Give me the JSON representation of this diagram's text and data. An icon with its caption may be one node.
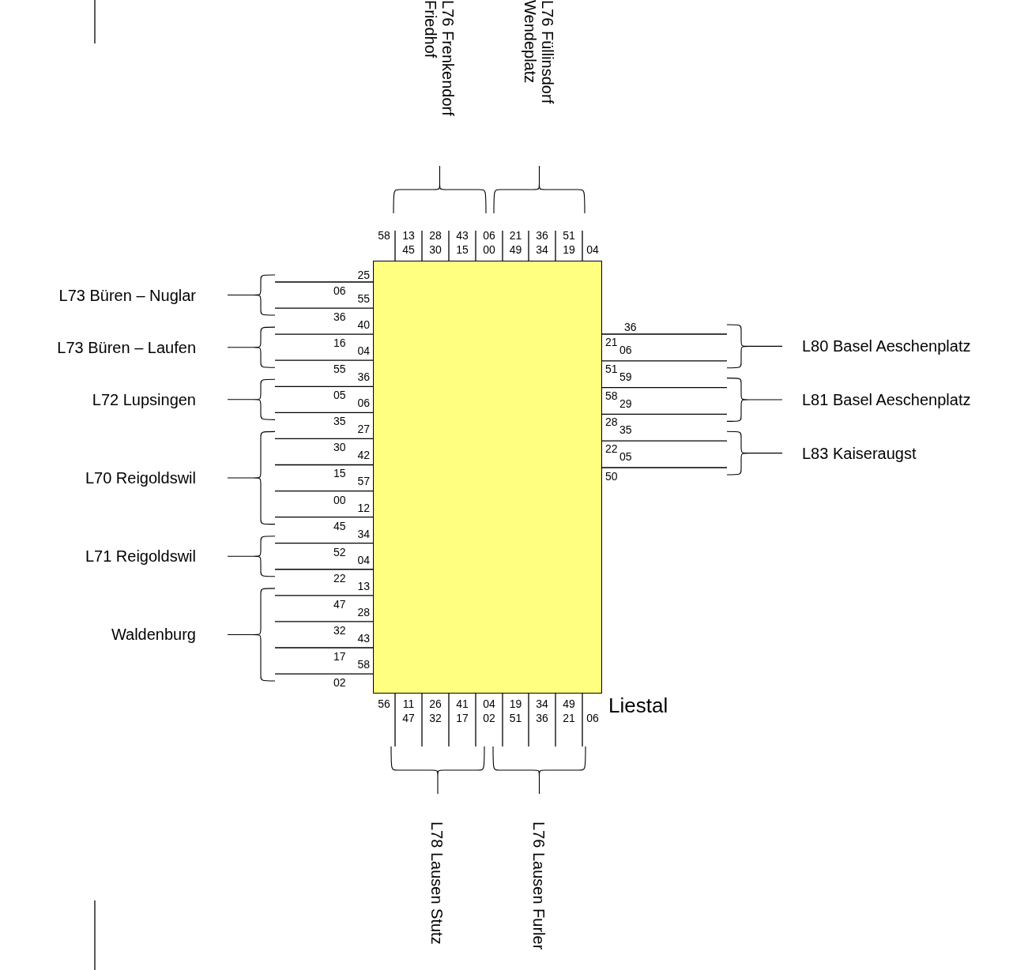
{
  "diagram": {
    "nodes": [
      {
        "text": [
          "Liestal"
        ]
      }
    ],
    "labels": [
      "L76 Frenkendorf Friedhof",
      "L76 Füllinsdorf Wendeplatz",
      "58",
      "13",
      "28",
      "43",
      "06",
      "21",
      "36",
      "51",
      "45",
      "30",
      "15",
      "00",
      "49",
      "34",
      "19",
      "04",
      "L73 Büren – Nuglar",
      "L73 Büren – Laufen",
      "L72 Lupsingen",
      "L70 Reigoldswil",
      "L71 Reigoldswil",
      "Waldenburg",
      "25",
      "06",
      "55",
      "36",
      "40",
      "16",
      "04",
      "55",
      "36",
      "05",
      "06",
      "35",
      "27",
      "30",
      "42",
      "15",
      "57",
      "00",
      "12",
      "45",
      "34",
      "52",
      "04",
      "22",
      "13",
      "47",
      "28",
      "32",
      "43",
      "17",
      "58",
      "02",
      "L80 Basel Aeschenplatz",
      "L81 Basel Aeschenplatz",
      "L83 Kaiseraugst",
      "36",
      "21",
      "06",
      "51",
      "59",
      "58",
      "29",
      "28",
      "35",
      "22",
      "05",
      "50",
      "56",
      "11",
      "26",
      "41",
      "04",
      "19",
      "34",
      "49",
      "47",
      "32",
      "17",
      "02",
      "51",
      "36",
      "21",
      "06",
      "L78 Lausen Stutz",
      "L76 Lausen Furler"
    ]
  }
}
